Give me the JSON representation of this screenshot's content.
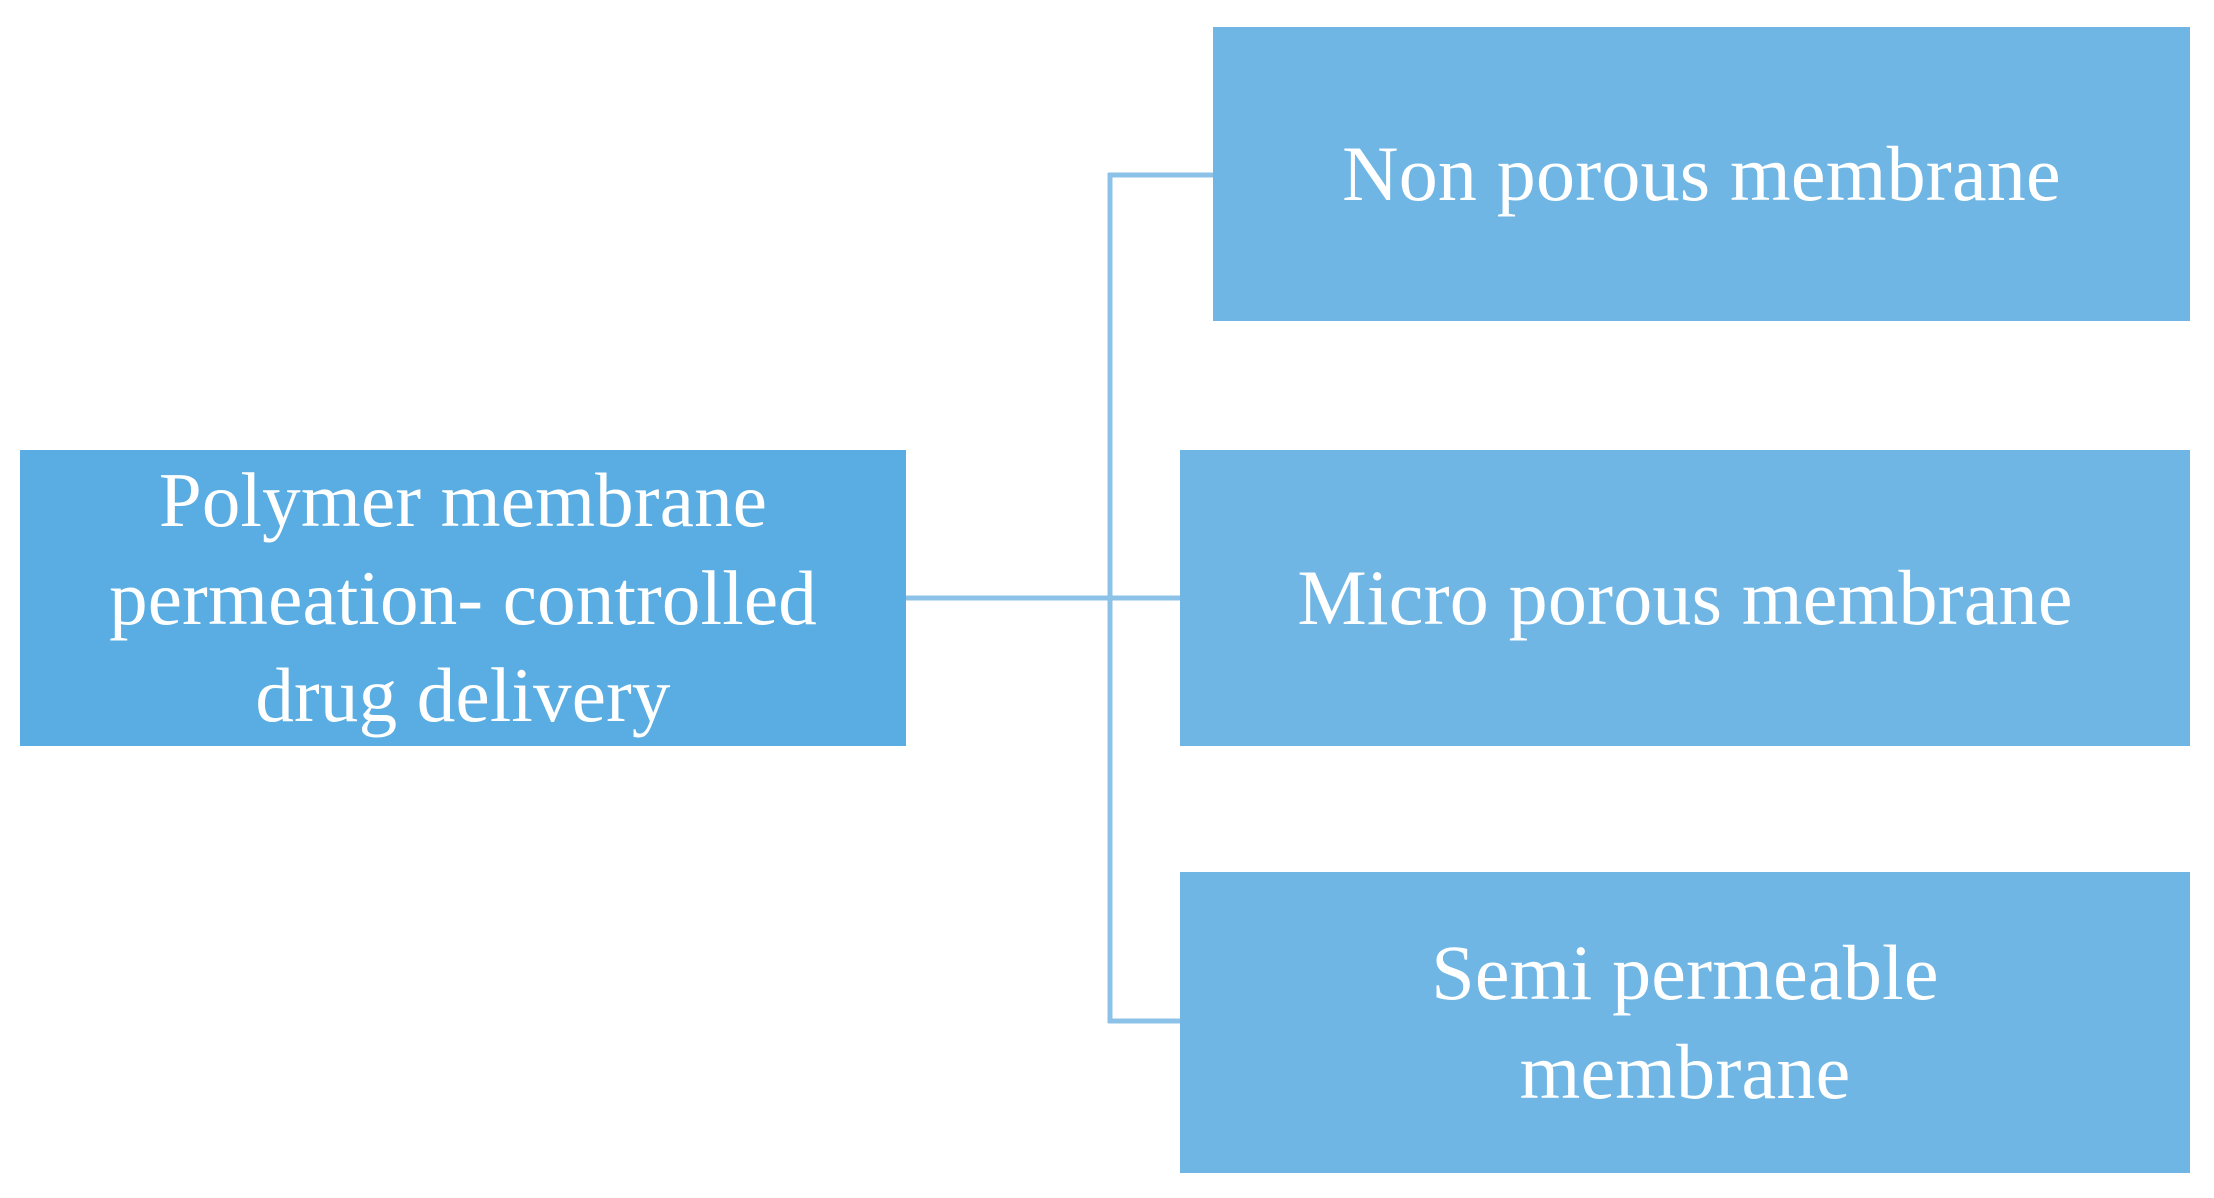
{
  "diagram": {
    "type": "horizontal-tree",
    "background_color": "#ffffff",
    "root": {
      "label": "Polymer membrane permeation- controlled drug delivery",
      "lines": [
        "Polymer membrane",
        "permeation- controlled",
        "drug delivery"
      ],
      "fill_color": "#59ade2",
      "text_color": "#ffffff"
    },
    "branches": [
      {
        "id": "non-porous-membrane",
        "label": "Non porous membrane",
        "lines": [
          "Non porous membrane"
        ],
        "fill_color": "#6fb6e5",
        "text_color": "#ffffff"
      },
      {
        "id": "micro-porous-membrane",
        "label": "Micro porous membrane",
        "lines": [
          "Micro porous membrane"
        ],
        "fill_color": "#6fb6e5",
        "text_color": "#ffffff"
      },
      {
        "id": "semi-permeable-membrane",
        "label": "Semi permeable membrane",
        "lines": [
          "Semi permeable",
          "membrane"
        ],
        "fill_color": "#6fb6e5",
        "text_color": "#ffffff"
      }
    ],
    "connector_color": "#8dc2e8"
  }
}
